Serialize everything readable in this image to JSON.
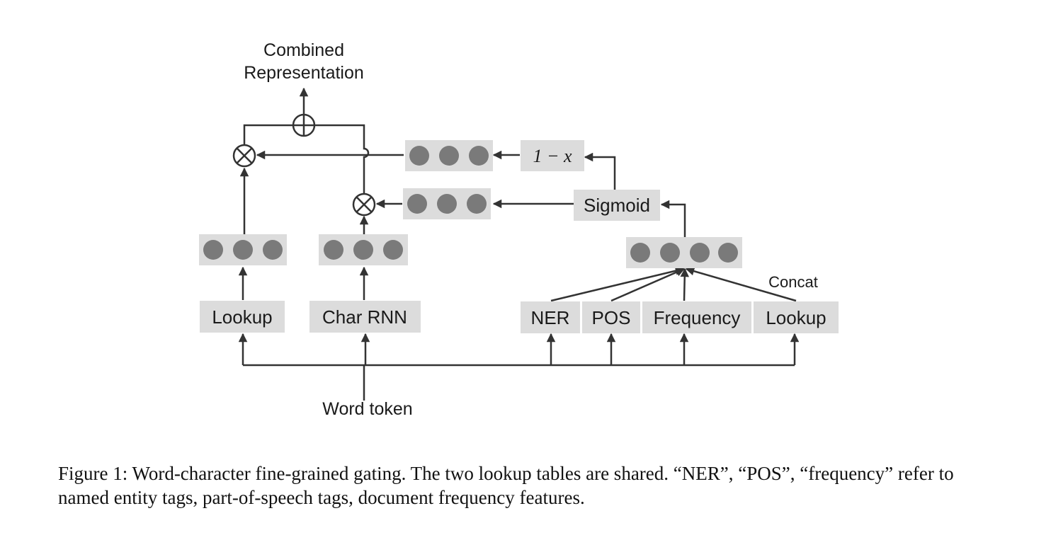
{
  "labels": {
    "combined_line1": "Combined",
    "combined_line2": "Representation",
    "one_minus_x": "1 − x",
    "sigmoid": "Sigmoid",
    "concat": "Concat",
    "lookup_left": "Lookup",
    "char_rnn": "Char RNN",
    "ner": "NER",
    "pos": "POS",
    "frequency": "Frequency",
    "lookup_right": "Lookup",
    "word_token": "Word token"
  },
  "caption": "Figure 1: Word-character fine-grained gating. The two lookup tables are shared. “NER”, “POS”, “frequency” refer to named entity tags, part-of-speech tags, document frequency features.",
  "colors": {
    "box": "#dcdcdc",
    "dot": "#7a7a7a",
    "line": "#333333"
  }
}
